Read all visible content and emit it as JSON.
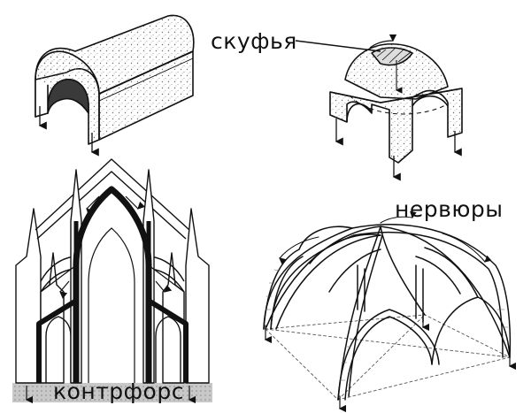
{
  "labels": {
    "skufya": "скуфья",
    "nervyury": "нервюры",
    "kontrfors": "контрфорс"
  },
  "colors": {
    "ink": "#111111",
    "stipple": "#8a8a8a",
    "ground": "#bcbcbc",
    "background": "#ffffff"
  }
}
